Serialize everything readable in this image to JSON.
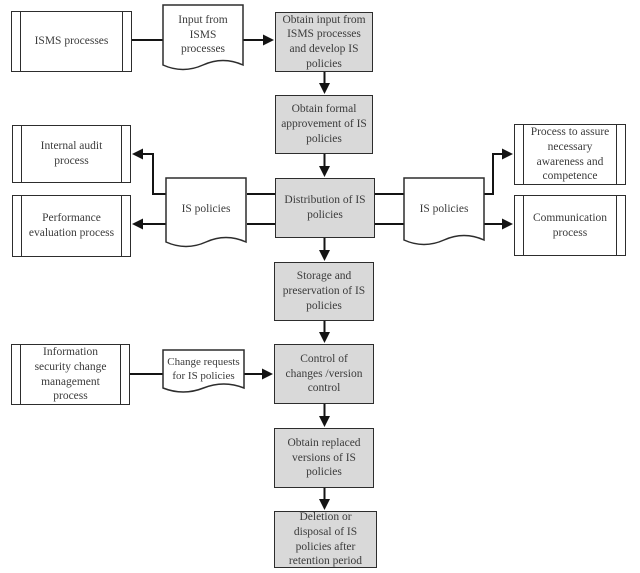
{
  "diagram_title": "IS policies lifecycle flowchart",
  "colors": {
    "background": "#ffffff",
    "process_fill": "#d9d9d9",
    "predefined_process_fill": "#ffffff",
    "border": "#2d2d2d",
    "connector": "#141414",
    "text": "#3b3b3b"
  },
  "nodes": {
    "isms_processes": {
      "label": "ISMS processes",
      "shape": "predefined-process"
    },
    "input_from_isms_doc": {
      "label": "Input from ISMS processes",
      "shape": "document"
    },
    "obtain_input": {
      "label": "Obtain input from ISMS processes and develop IS policies",
      "shape": "process"
    },
    "obtain_approval": {
      "label": "Obtain formal approvement of IS policies",
      "shape": "process"
    },
    "internal_audit": {
      "label": "Internal audit process",
      "shape": "predefined-process"
    },
    "performance_evaluation": {
      "label": "Performance evaluation process",
      "shape": "predefined-process"
    },
    "is_policies_left_doc": {
      "label": "IS policies",
      "shape": "document"
    },
    "distribution": {
      "label": "Distribution of IS policies",
      "shape": "process"
    },
    "is_policies_right_doc": {
      "label": "IS policies",
      "shape": "document"
    },
    "awareness": {
      "label": "Process to assure necessary awareness and competence",
      "shape": "predefined-process"
    },
    "communication": {
      "label": "Communication process",
      "shape": "predefined-process"
    },
    "storage": {
      "label": "Storage and preservation of IS policies",
      "shape": "process"
    },
    "change_mgmt": {
      "label": "Information security change management process",
      "shape": "predefined-process"
    },
    "change_requests_doc": {
      "label": "Change requests for IS policies",
      "shape": "document"
    },
    "control_changes": {
      "label": "Control of changes /version control",
      "shape": "process"
    },
    "obtain_replaced": {
      "label": "Obtain replaced versions of IS policies",
      "shape": "process"
    },
    "deletion": {
      "label": "Deletion or disposal of IS policies after retention period",
      "shape": "process"
    }
  },
  "edges": [
    {
      "from": "isms_processes",
      "to": "input_from_isms_doc",
      "arrow": false
    },
    {
      "from": "input_from_isms_doc",
      "to": "obtain_input",
      "arrow": true
    },
    {
      "from": "obtain_input",
      "to": "obtain_approval",
      "arrow": true
    },
    {
      "from": "obtain_approval",
      "to": "distribution",
      "arrow": true
    },
    {
      "from": "distribution",
      "to": "is_policies_left_doc",
      "arrow": false
    },
    {
      "from": "is_policies_left_doc",
      "to": "internal_audit",
      "arrow": true
    },
    {
      "from": "is_policies_left_doc",
      "to": "performance_evaluation",
      "arrow": true
    },
    {
      "from": "distribution",
      "to": "is_policies_right_doc",
      "arrow": false
    },
    {
      "from": "is_policies_right_doc",
      "to": "awareness",
      "arrow": true
    },
    {
      "from": "is_policies_right_doc",
      "to": "communication",
      "arrow": true
    },
    {
      "from": "distribution",
      "to": "storage",
      "arrow": true
    },
    {
      "from": "storage",
      "to": "control_changes",
      "arrow": true
    },
    {
      "from": "change_mgmt",
      "to": "change_requests_doc",
      "arrow": false
    },
    {
      "from": "change_requests_doc",
      "to": "control_changes",
      "arrow": true
    },
    {
      "from": "control_changes",
      "to": "obtain_replaced",
      "arrow": true
    },
    {
      "from": "obtain_replaced",
      "to": "deletion",
      "arrow": true
    }
  ]
}
